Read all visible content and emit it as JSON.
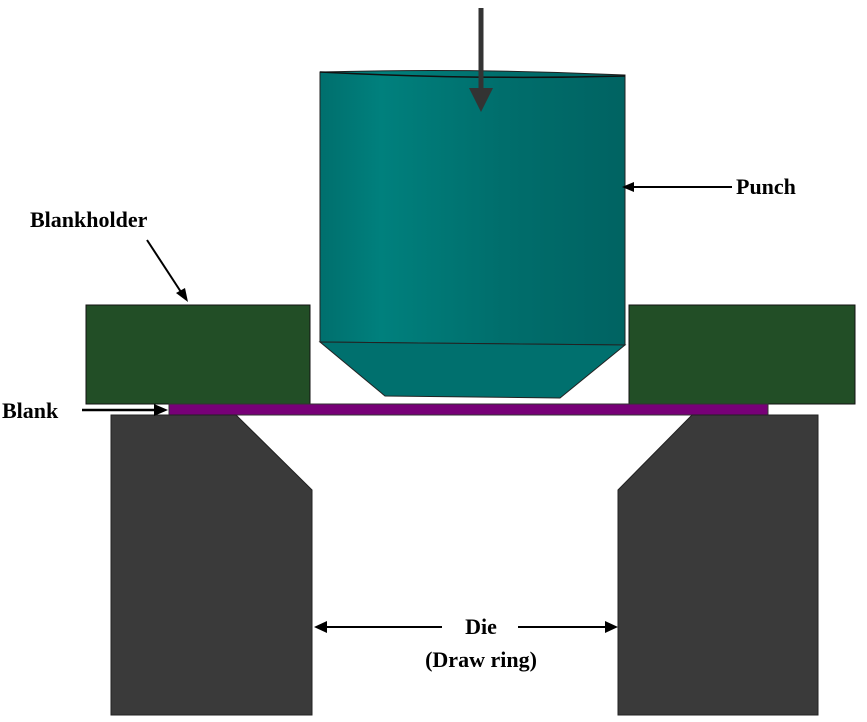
{
  "labels": {
    "punch": "Punch",
    "blankholder": "Blankholder",
    "blank": "Blank",
    "die": "Die",
    "die_sub": "(Draw ring)"
  },
  "colors": {
    "punch": "#007a78",
    "blankholder": "#224e26",
    "blank": "#770077",
    "die": "#3a3a3a",
    "arrow": "#333333"
  }
}
